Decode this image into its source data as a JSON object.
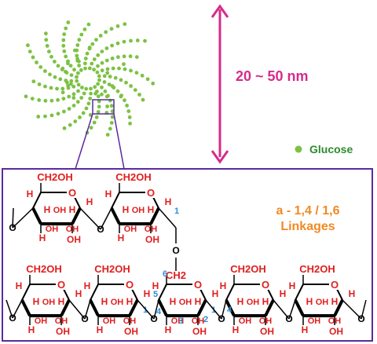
{
  "size_label": "20 ~ 50 nm",
  "legend": {
    "label": "Glucose"
  },
  "linkage": {
    "line1": "a - 1,4 / 1,6",
    "line2": "Linkages"
  },
  "groups": {
    "ch2oh": "CH2OH",
    "h": "H",
    "oh": "OH",
    "ch2": "CH2"
  },
  "carbon_numbers": {
    "c1": "1",
    "c2": "2",
    "c3": "3",
    "c4": "4",
    "c5": "5",
    "c6": "6"
  },
  "colors": {
    "glucose_dot": "#7cc243",
    "arrow": "#d62b8c",
    "frame": "#5b2aa0",
    "structure": "#000000",
    "atom_label": "#e01f1f",
    "carbon_number": "#2a8fd6",
    "linkage_text": "#f08a24",
    "legend_text": "#2e8a2e"
  }
}
